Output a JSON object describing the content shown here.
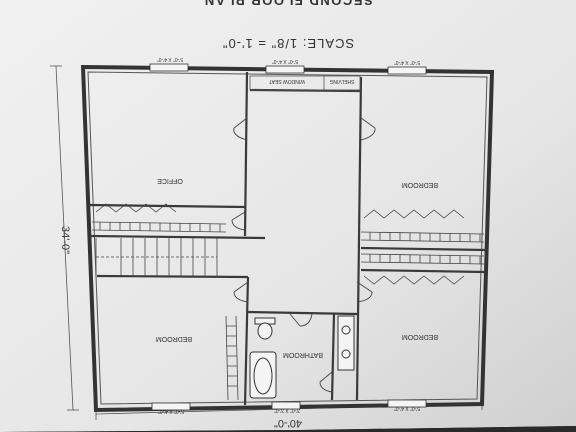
{
  "plan": {
    "title": "SECOND FLOOR PLAN",
    "scale": "SCALE: 1/8\" = 1'-0\"",
    "overall_width_dim": "40'-0\"",
    "overall_depth_dim": "34'-0\"",
    "rooms": {
      "office": "OFFICE",
      "bedroom_ne": "BEDROOM",
      "bedroom_sw": "BEDROOM",
      "bedroom_se": "BEDROOM",
      "bathroom": "BATHROOM",
      "window_seat": "WINDOW SEAT",
      "shelving": "SHELVING"
    },
    "windows": {
      "top_left": "5'-0\" X 4'-0\"",
      "top_mid": "5'-0\" X 4'-0\"",
      "top_right": "5'-0\" X 4'-0\"",
      "bottom_left": "5'-0\" X 4'-0\"",
      "bottom_mid": "3'-0\" X 3'-0\"",
      "bottom_right": "5'-0\" X 4'-0\""
    },
    "colors": {
      "paper": "#ebebeb",
      "lines": "#3a3a3a",
      "text": "#333333"
    }
  }
}
